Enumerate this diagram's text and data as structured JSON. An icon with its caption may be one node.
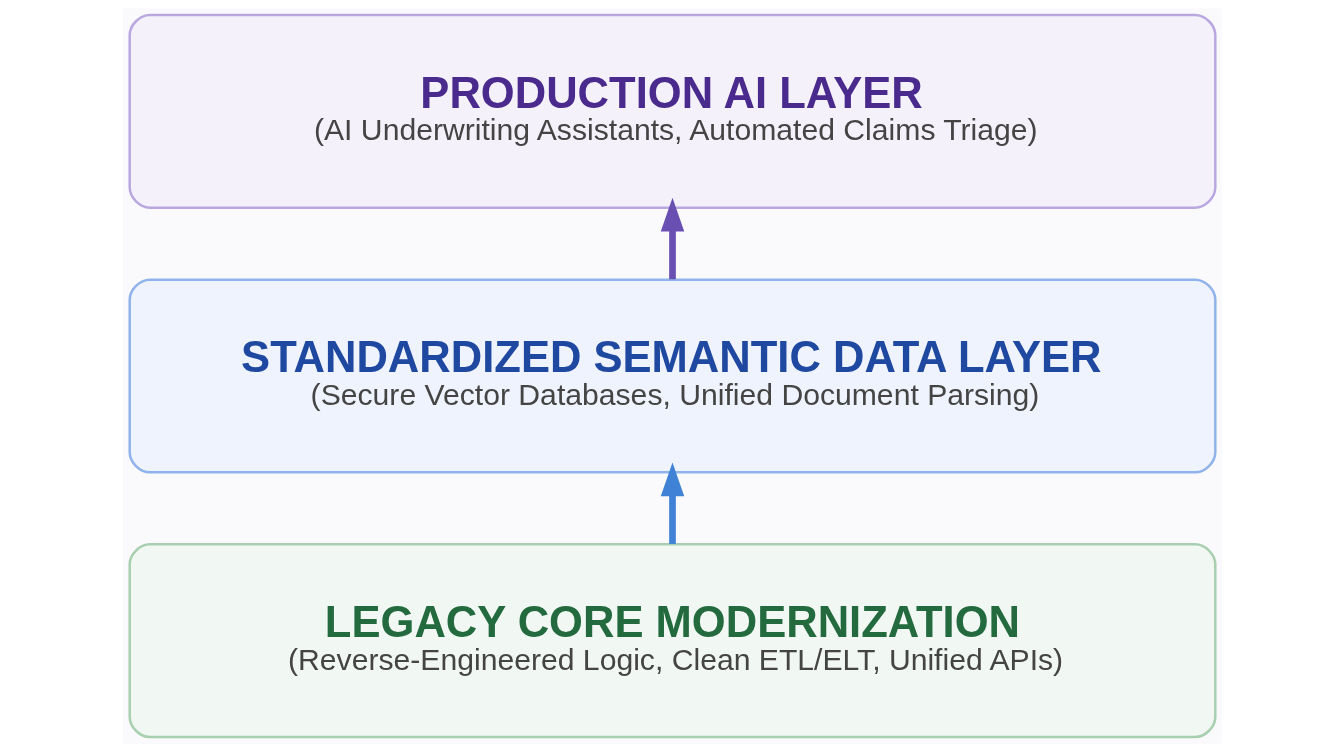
{
  "diagram": {
    "nodes": [
      {
        "text": [
          "PRODUCTION AI LAYER",
          "(AI Underwriting Assistants, Automated Claims Triage)"
        ]
      },
      {
        "text": [
          "STANDARDIZED SEMANTIC DATA LAYER",
          "(Secure Vector Databases, Unified Document Parsing)"
        ]
      },
      {
        "text": [
          "LEGACY CORE MODERNIZATION",
          "(Reverse-Engineered Logic, Clean ETL/ELT, Unified APIs)"
        ]
      }
    ],
    "edges": [
      {
        "from": 1,
        "to": 0,
        "arrow": "to",
        "color": "#6a4fb3"
      },
      {
        "from": 2,
        "to": 1,
        "arrow": "to",
        "color": "#3f82d6"
      }
    ]
  }
}
